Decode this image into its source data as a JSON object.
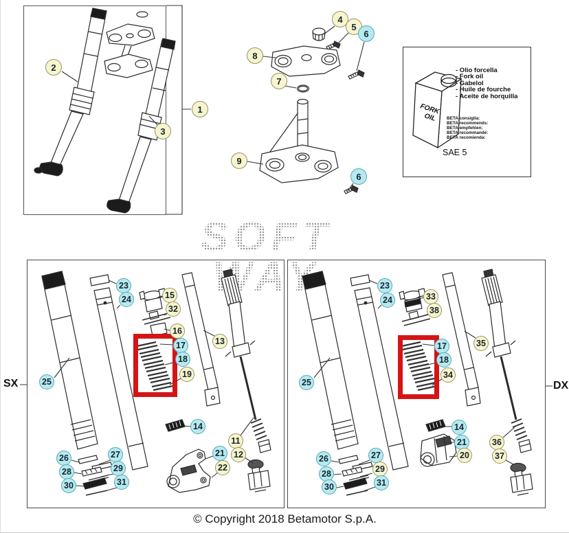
{
  "page": {
    "copyright": "© Copyright 2018 Betamotor S.p.A.",
    "watermark": {
      "line1": "SOFT",
      "line2": "WAY"
    },
    "side_left": "SX",
    "side_right": "DX"
  },
  "colors": {
    "callout_yellow_fill": "#f8f4cd",
    "callout_cyan_fill": "#b7e9f0",
    "highlight_red": "#d41515"
  },
  "oil_info_box": {
    "bottle_label_line1": "FORK",
    "bottle_label_line2": "OIL",
    "names": [
      "- Olio forcella",
      "- Fork oil",
      "- Gabelol",
      "- Huile de fourche",
      "- Aceite de horquilla"
    ],
    "recommendations": [
      "BETA consiglia:",
      "BETA recommends:",
      "BETA empfehlen:",
      "BETA recommandé:",
      "BETA recomienda:"
    ],
    "oil_grade": "SAE 5"
  },
  "callouts": {
    "assembly": [
      {
        "num": "2",
        "style": "yellow"
      },
      {
        "num": "3",
        "style": "yellow"
      },
      {
        "num": "1",
        "style": "yellow"
      }
    ],
    "steering": [
      {
        "num": "4",
        "style": "yellow"
      },
      {
        "num": "5",
        "style": "yellow"
      },
      {
        "num": "6",
        "style": "cyan"
      },
      {
        "num": "8",
        "style": "yellow"
      },
      {
        "num": "7",
        "style": "yellow"
      },
      {
        "num": "9",
        "style": "yellow"
      },
      {
        "num": "6",
        "style": "cyan"
      }
    ],
    "sx": [
      {
        "num": "23",
        "style": "cyan"
      },
      {
        "num": "24",
        "style": "cyan"
      },
      {
        "num": "15",
        "style": "yellow"
      },
      {
        "num": "32",
        "style": "yellow"
      },
      {
        "num": "16",
        "style": "yellow"
      },
      {
        "num": "17",
        "style": "cyan"
      },
      {
        "num": "18",
        "style": "cyan"
      },
      {
        "num": "19",
        "style": "yellow"
      },
      {
        "num": "13",
        "style": "yellow"
      },
      {
        "num": "25",
        "style": "cyan"
      },
      {
        "num": "14",
        "style": "cyan"
      },
      {
        "num": "11",
        "style": "yellow"
      },
      {
        "num": "12",
        "style": "yellow"
      },
      {
        "num": "21",
        "style": "cyan"
      },
      {
        "num": "22",
        "style": "yellow"
      },
      {
        "num": "26",
        "style": "cyan"
      },
      {
        "num": "27",
        "style": "cyan"
      },
      {
        "num": "28",
        "style": "cyan"
      },
      {
        "num": "29",
        "style": "cyan"
      },
      {
        "num": "30",
        "style": "cyan"
      },
      {
        "num": "31",
        "style": "cyan"
      }
    ],
    "dx": [
      {
        "num": "23",
        "style": "cyan"
      },
      {
        "num": "24",
        "style": "cyan"
      },
      {
        "num": "33",
        "style": "yellow"
      },
      {
        "num": "38",
        "style": "yellow"
      },
      {
        "num": "17",
        "style": "cyan"
      },
      {
        "num": "18",
        "style": "cyan"
      },
      {
        "num": "34",
        "style": "yellow"
      },
      {
        "num": "35",
        "style": "yellow"
      },
      {
        "num": "25",
        "style": "cyan"
      },
      {
        "num": "14",
        "style": "cyan"
      },
      {
        "num": "21",
        "style": "cyan"
      },
      {
        "num": "20",
        "style": "yellow"
      },
      {
        "num": "36",
        "style": "yellow"
      },
      {
        "num": "37",
        "style": "yellow"
      },
      {
        "num": "26",
        "style": "cyan"
      },
      {
        "num": "27",
        "style": "cyan"
      },
      {
        "num": "28",
        "style": "cyan"
      },
      {
        "num": "29",
        "style": "yellow"
      },
      {
        "num": "30",
        "style": "cyan"
      },
      {
        "num": "31",
        "style": "cyan"
      }
    ]
  }
}
